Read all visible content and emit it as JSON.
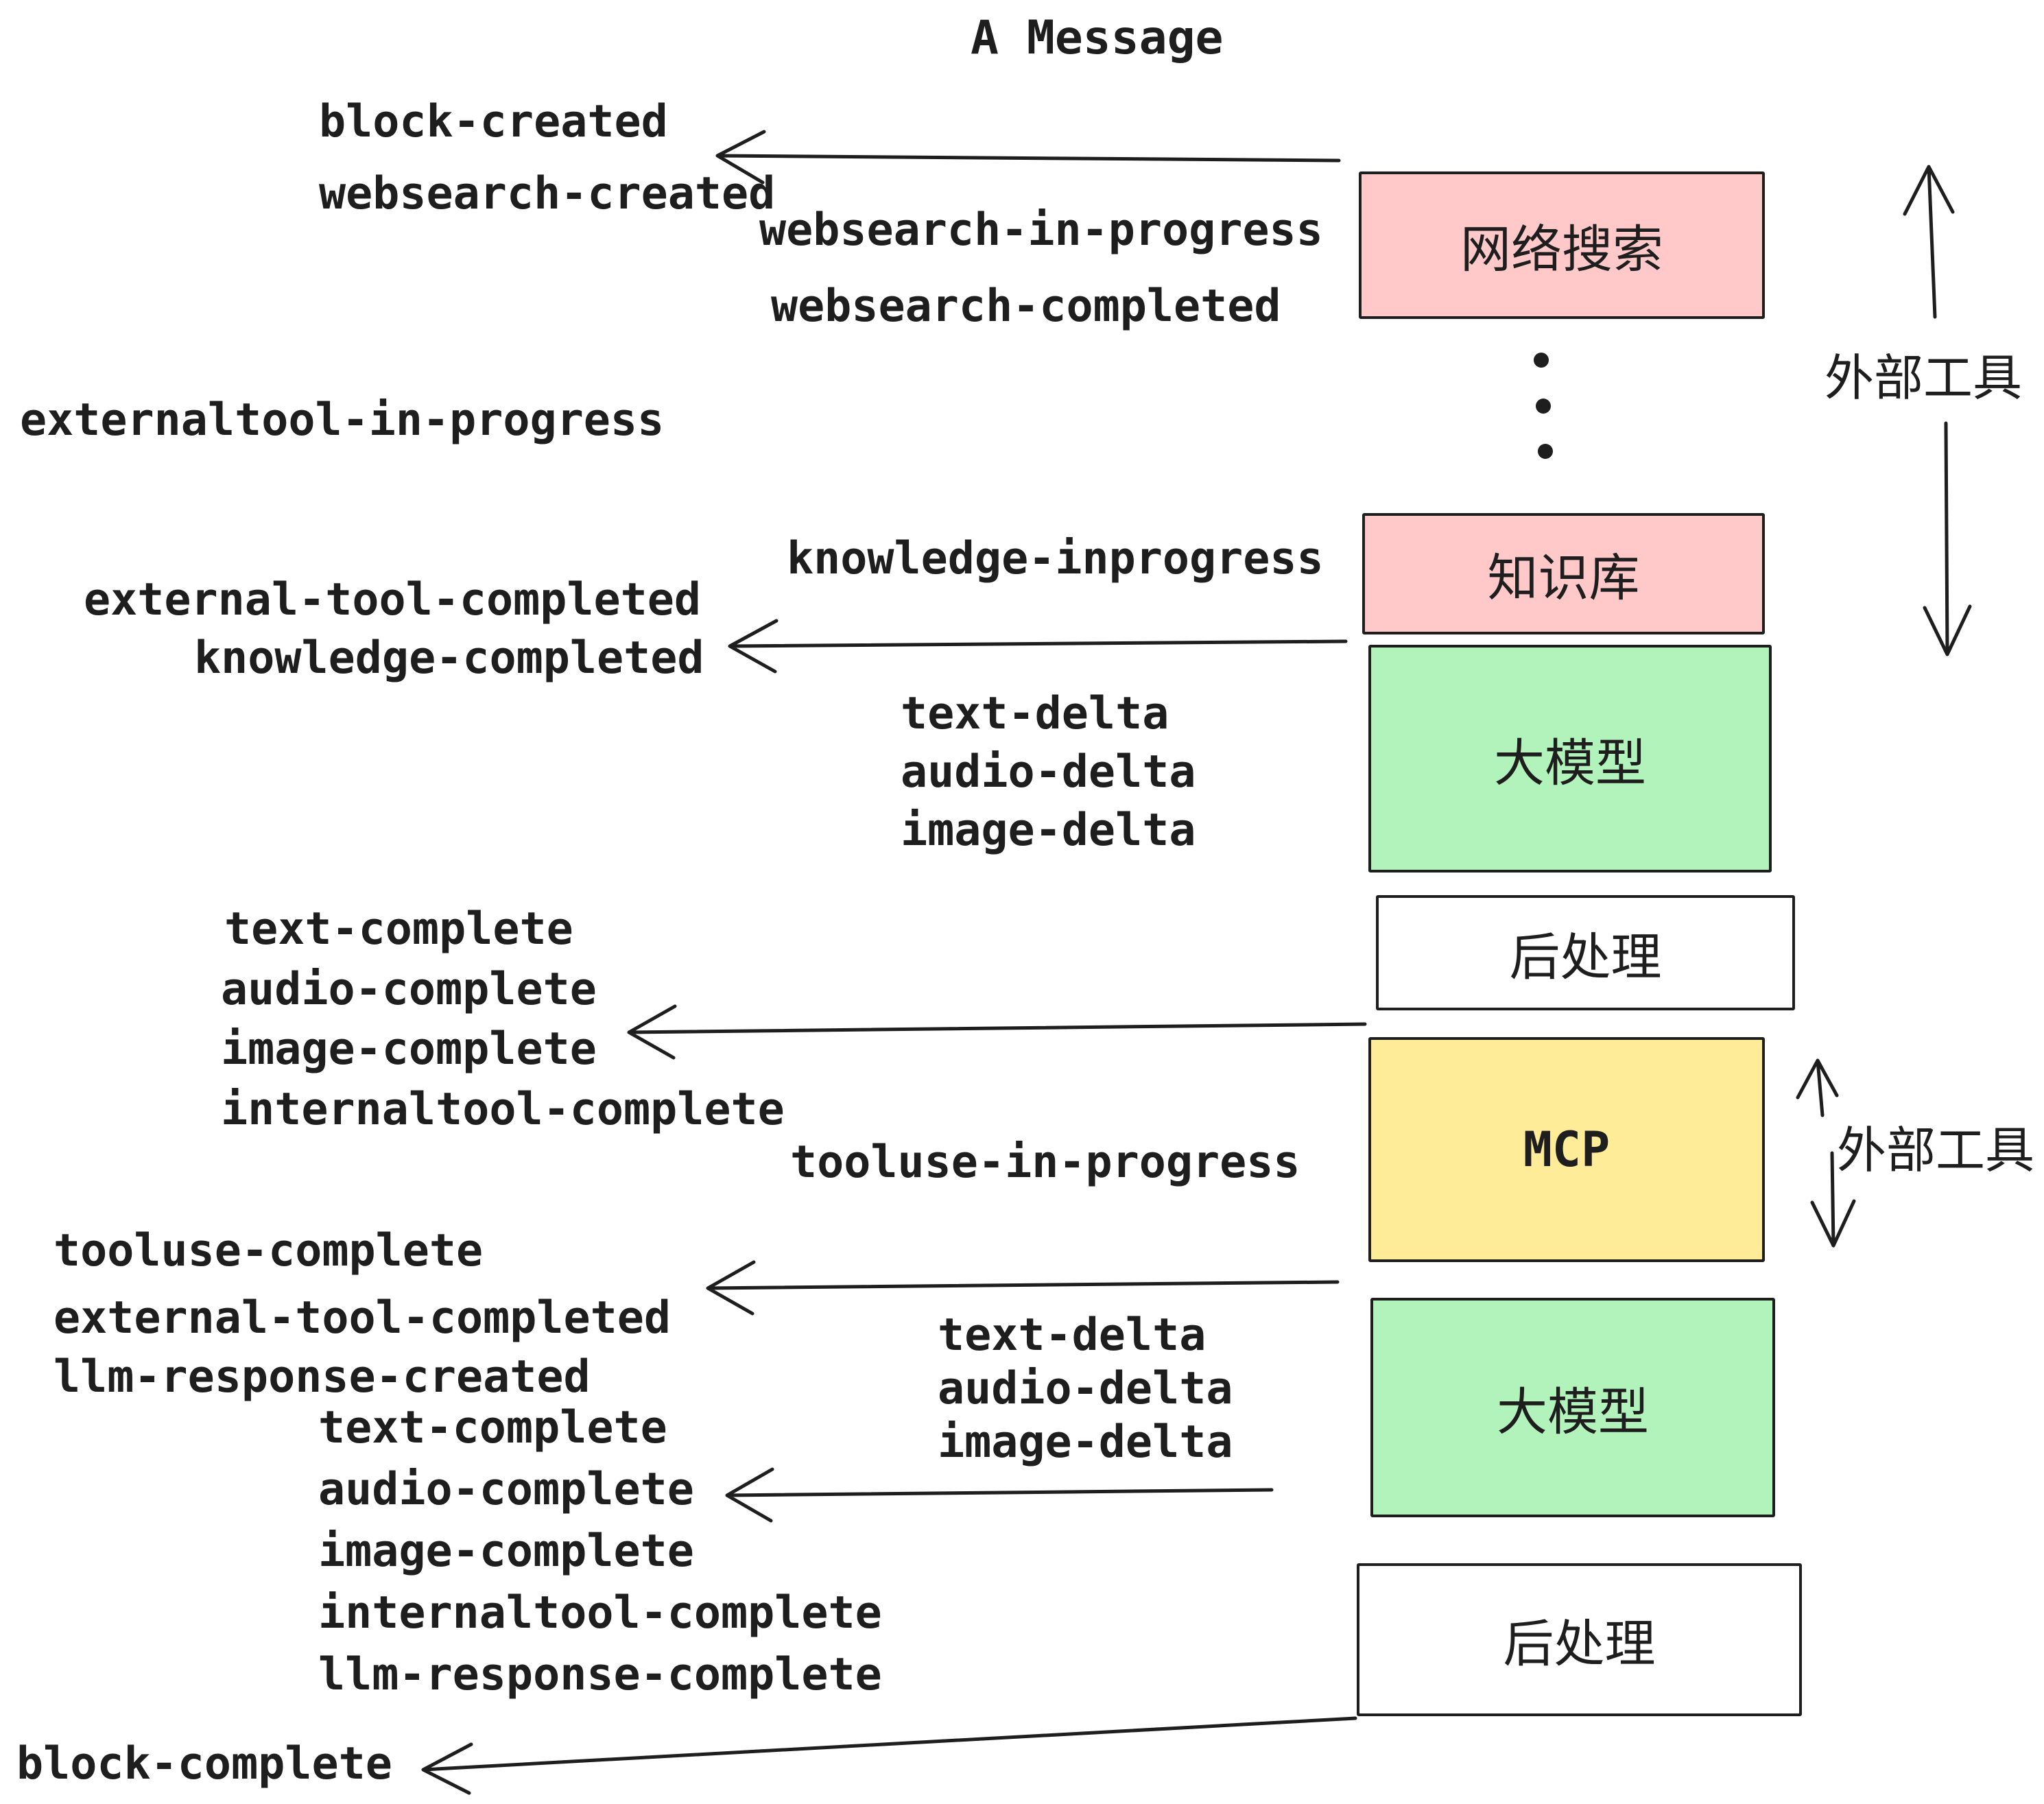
{
  "title": "A Message",
  "colors": {
    "ink": "#1e1e1e",
    "background": "#ffffff",
    "box_pink": "#ffc9c9",
    "box_green": "#b2f2bb",
    "box_yellow": "#ffec99",
    "box_white": "#ffffff"
  },
  "boxes": [
    {
      "id": "websearch",
      "label": "网络搜索",
      "color": "#ffc9c9"
    },
    {
      "id": "knowledge",
      "label": "知识库",
      "color": "#ffc9c9"
    },
    {
      "id": "llm1",
      "label": "大模型",
      "color": "#b2f2bb"
    },
    {
      "id": "post1",
      "label": "后处理",
      "color": "#ffffff"
    },
    {
      "id": "mcp",
      "label": "MCP",
      "color": "#ffec99"
    },
    {
      "id": "llm2",
      "label": "大模型",
      "color": "#b2f2bb"
    },
    {
      "id": "post2",
      "label": "后处理",
      "color": "#ffffff"
    }
  ],
  "annotations": {
    "external_tools_top": "外部工具",
    "external_tools_mcp": "外部工具"
  },
  "events": {
    "block_created": "block-created",
    "websearch_created": "websearch-created",
    "websearch_in_progress": "websearch-in-progress",
    "websearch_completed": "websearch-completed",
    "externaltool_in_progress": "externaltool-in-progress",
    "knowledge_inprogress": "knowledge-inprogress",
    "external_tool_completed": "external-tool-completed",
    "knowledge_completed": "knowledge-completed",
    "text_delta": "text-delta",
    "audio_delta": "audio-delta",
    "image_delta": "image-delta",
    "text_complete": "text-complete",
    "audio_complete": "audio-complete",
    "image_complete": "image-complete",
    "internaltool_complete": "internaltool-complete",
    "tooluse_in_progress": "tooluse-in-progress",
    "tooluse_complete": "tooluse-complete",
    "external_tool_completed2": "external-tool-completed",
    "llm_response_created": "llm-response-created",
    "text_complete2": "text-complete",
    "audio_complete2": "audio-complete",
    "image_complete2": "image-complete",
    "internaltool_complete2": "internaltool-complete",
    "llm_response_complete": "llm-response-complete",
    "block_complete": "block-complete",
    "text_delta2": "text-delta",
    "audio_delta2": "audio-delta",
    "image_delta2": "image-delta"
  }
}
